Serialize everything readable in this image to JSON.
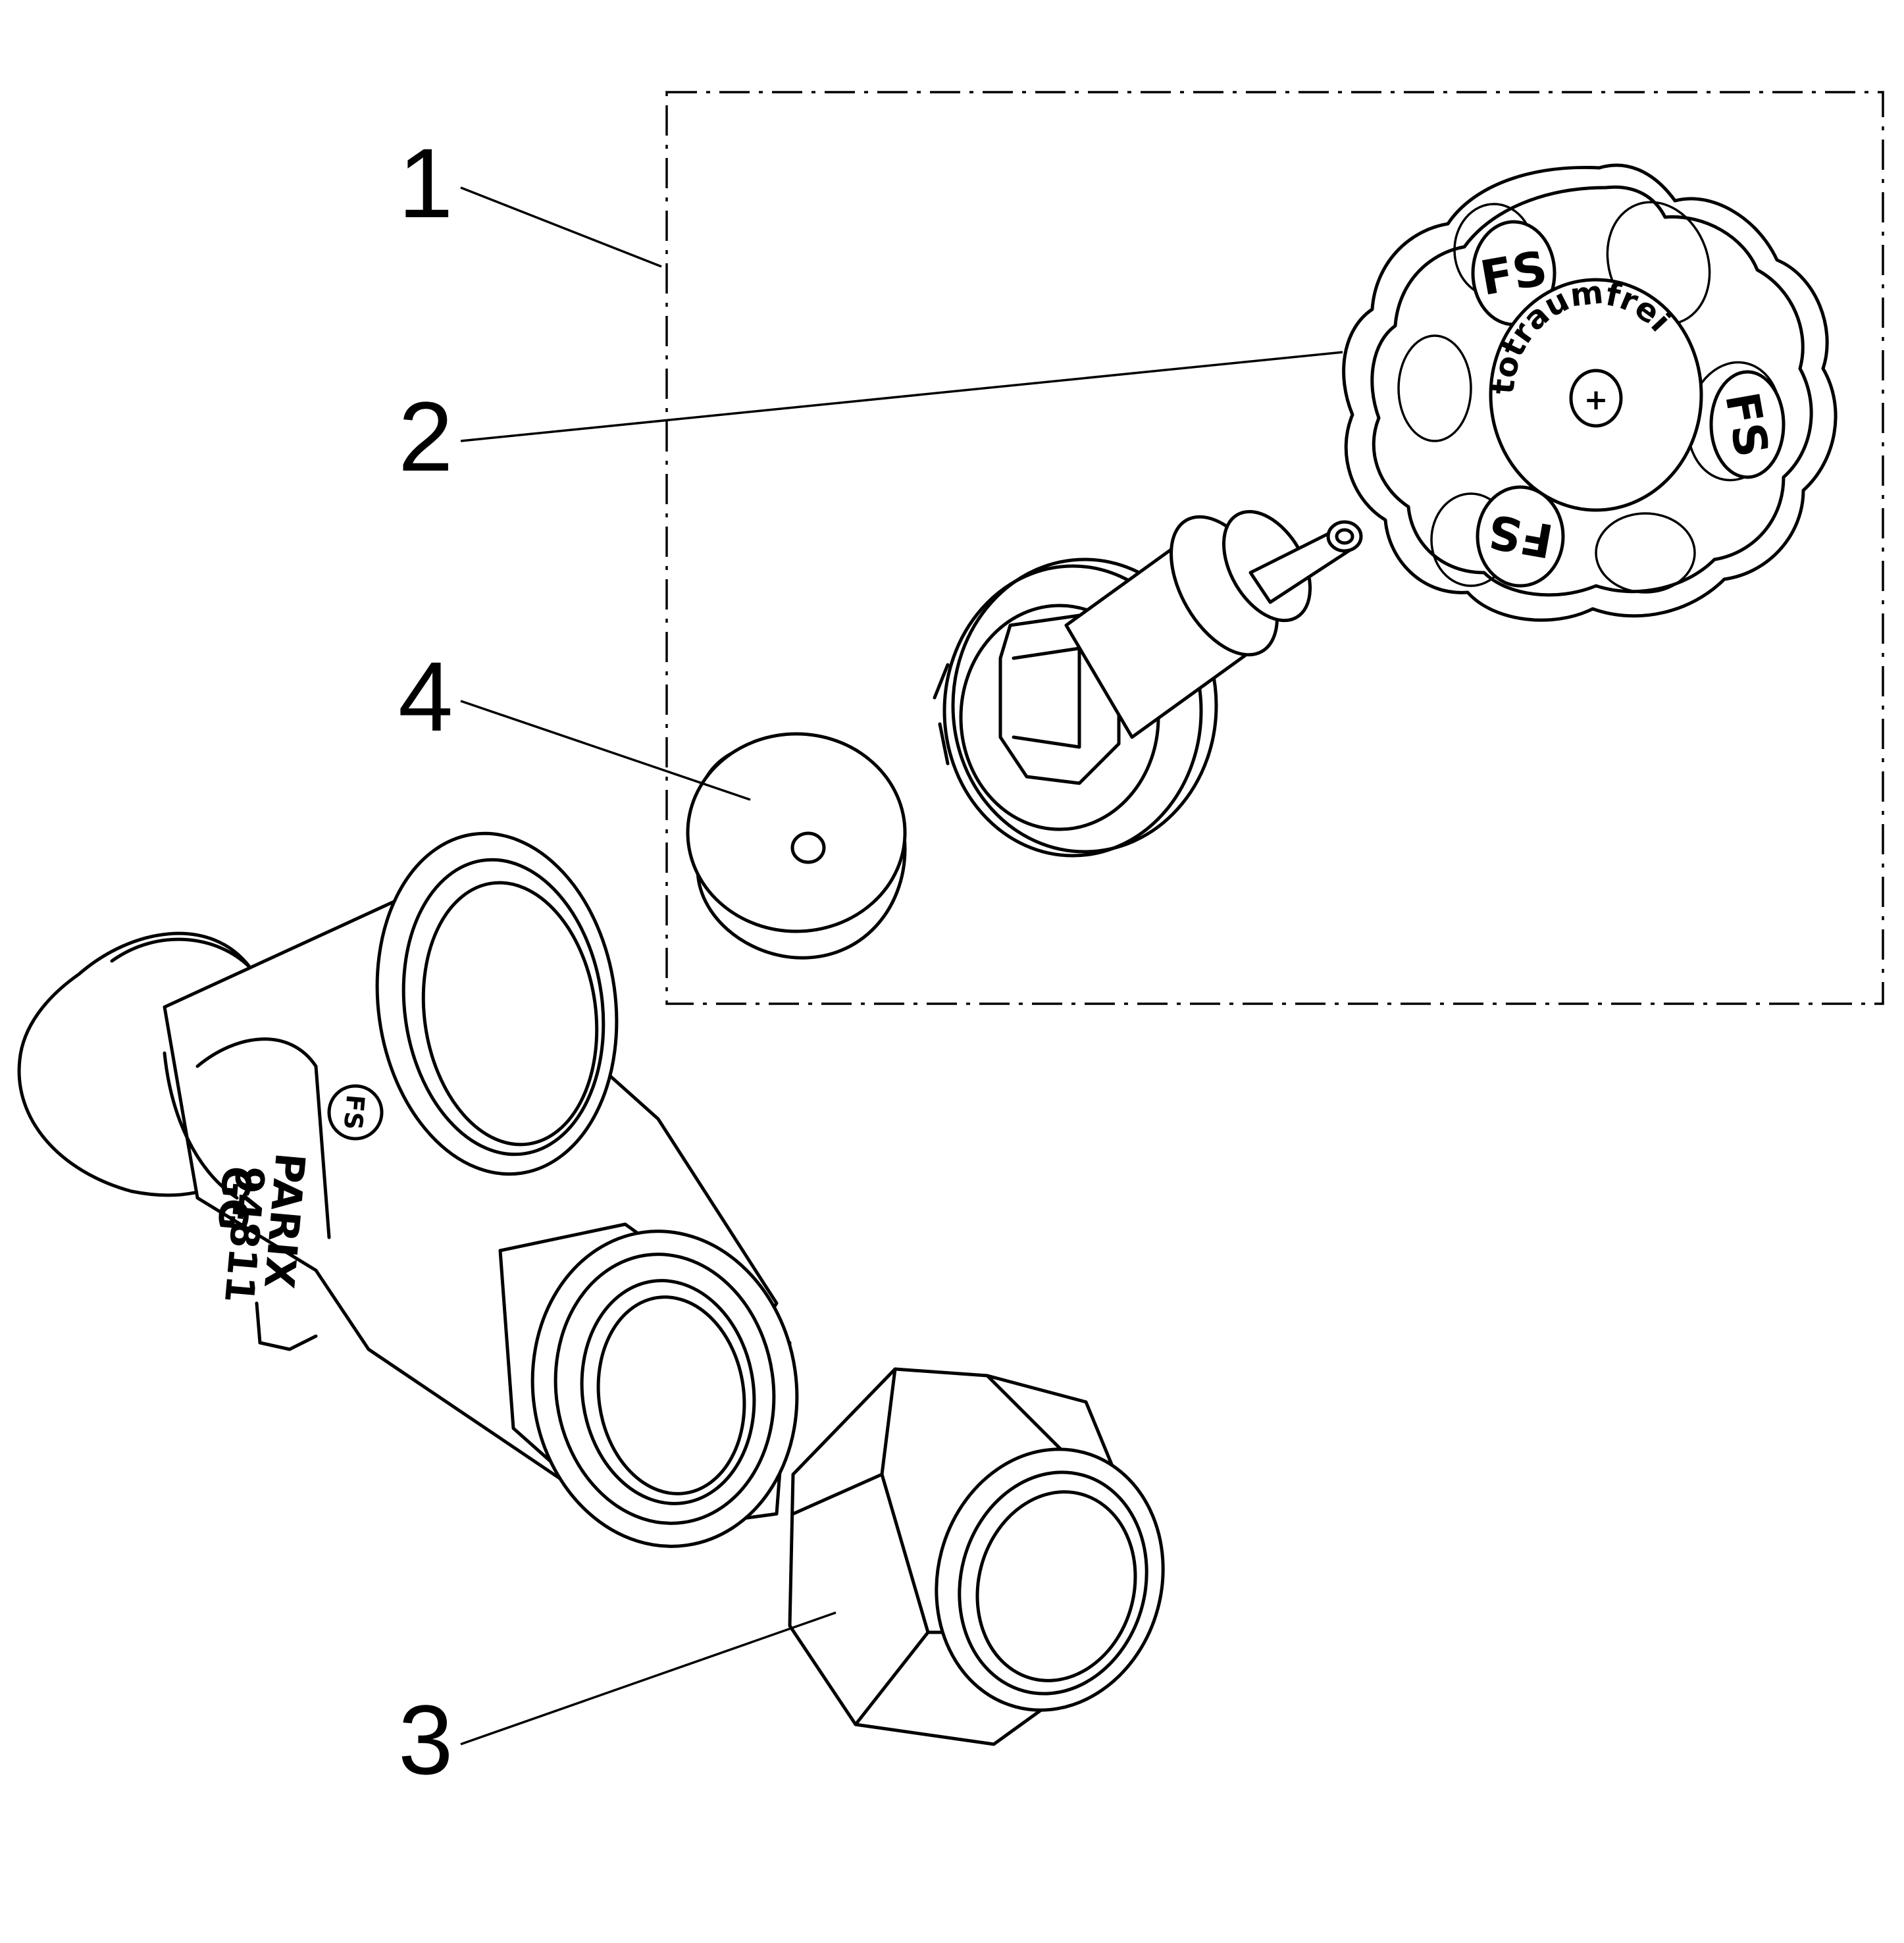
{
  "callouts": [
    {
      "id": "1",
      "label": "1"
    },
    {
      "id": "2",
      "label": "2"
    },
    {
      "id": "3",
      "label": "3"
    },
    {
      "id": "4",
      "label": "4"
    }
  ],
  "markings": {
    "handwheel_text": "totraumfrei",
    "body_brand": "PARIX",
    "body_code_1": "94811",
    "body_code_2": "GG"
  },
  "colors": {
    "line": "#000000",
    "background": "#ffffff"
  }
}
